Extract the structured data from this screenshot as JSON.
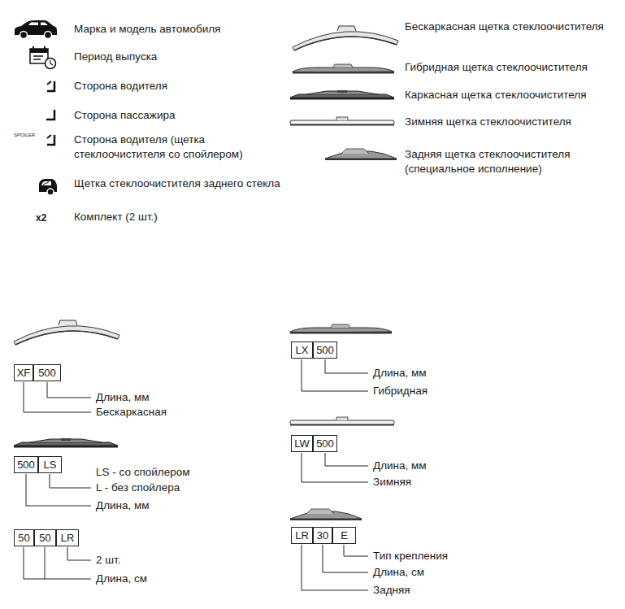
{
  "diagram": {
    "nodes": [
      {
        "text": [
          "XF"
        ]
      },
      {
        "text": [
          "500"
        ]
      },
      {
        "text": [
          "500"
        ]
      },
      {
        "text": [
          "LS"
        ]
      },
      {
        "text": [
          "50"
        ]
      },
      {
        "text": [
          "50"
        ]
      },
      {
        "text": [
          "LR"
        ]
      },
      {
        "text": [
          "LX"
        ]
      },
      {
        "text": [
          "500"
        ]
      },
      {
        "text": [
          "LW"
        ]
      },
      {
        "text": [
          "500"
        ]
      },
      {
        "text": [
          "LR"
        ]
      },
      {
        "text": [
          "30"
        ]
      },
      {
        "text": [
          "E"
        ]
      }
    ],
    "labels": [
      "x2",
      "SPOILER",
      "Длина, мм",
      "Бескаркасная",
      "LS - со спойлером",
      "L - без спойлера",
      "Длина, мм",
      "2 шт.",
      "Длина, см",
      "Длина, мм",
      "Гибридная",
      "Длина, мм",
      "Зимняя",
      "Тип крепления",
      "Длина, см",
      "Задняя"
    ],
    "legend": [
      {
        "text": "Марка и модель автомобиля"
      },
      {
        "text": "Период выпуска"
      },
      {
        "text": "Сторона водителя"
      },
      {
        "text": "Сторона пассажира"
      },
      {
        "text": "Сторона водителя (щетка стеклоочистителя со спойлером)"
      },
      {
        "text": "Щетка стеклоочистителя заднего стекла"
      },
      {
        "text": "Комплект (2 шт.)"
      },
      {
        "text": "Бескаркасная щетка стеклоочистителя"
      },
      {
        "text": "Гибридная щетка стеклоочистителя"
      },
      {
        "text": "Каркасная щетка стеклоочистителя"
      },
      {
        "text": "Зимняя щетка стеклоочистителя"
      },
      {
        "text": "Задняя щетка стеклоочистителя (специальное исполнение)"
      }
    ]
  }
}
